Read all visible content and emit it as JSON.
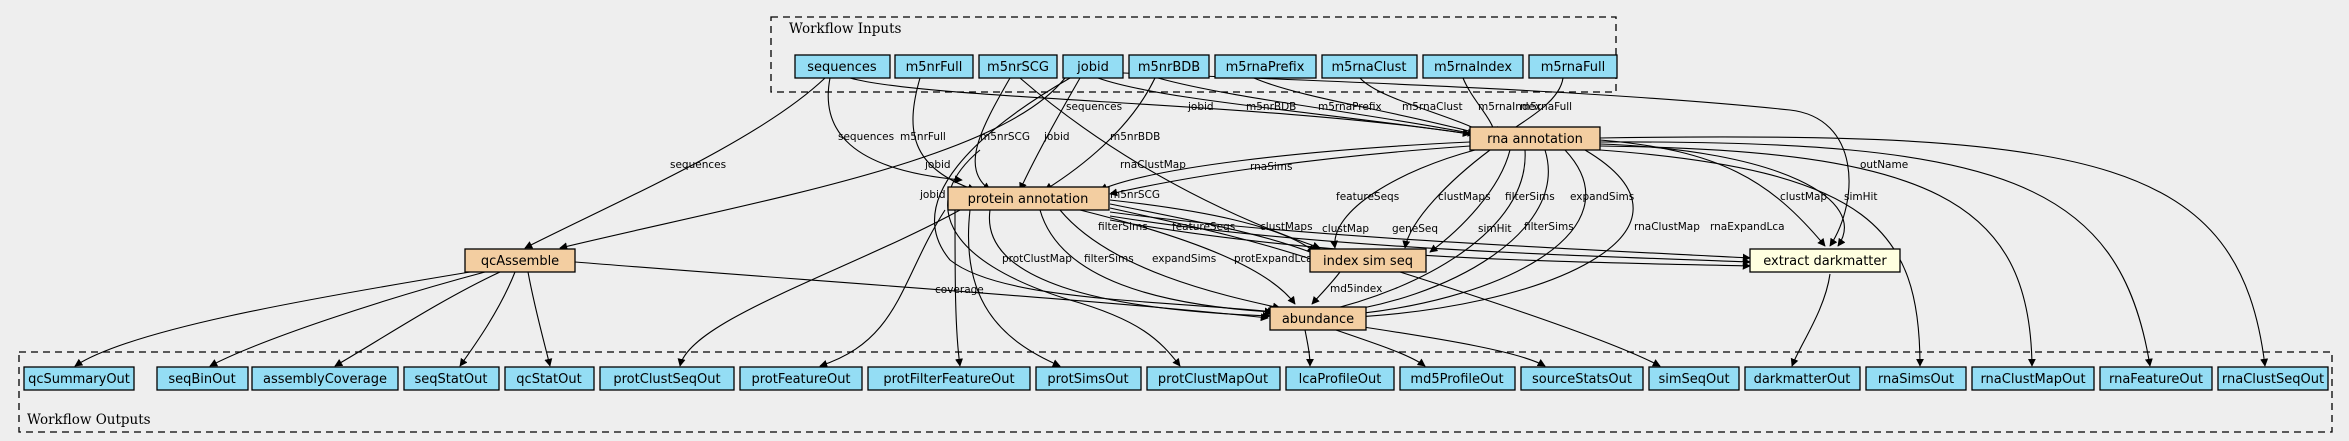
{
  "clusters": {
    "inputs_label": "Workflow Inputs",
    "outputs_label": "Workflow Outputs"
  },
  "colors": {
    "background": "#eeeeee",
    "io_node": "#94ddf4",
    "step_node": "#f3cea1",
    "tool_node": "#ffffe0",
    "edge": "#000000"
  },
  "inputs": [
    {
      "id": "sequences",
      "label": "sequences"
    },
    {
      "id": "m5nrFull",
      "label": "m5nrFull"
    },
    {
      "id": "m5nrSCG",
      "label": "m5nrSCG"
    },
    {
      "id": "jobid",
      "label": "jobid"
    },
    {
      "id": "m5nrBDB",
      "label": "m5nrBDB"
    },
    {
      "id": "m5rnaPrefix",
      "label": "m5rnaPrefix"
    },
    {
      "id": "m5rnaClust",
      "label": "m5rnaClust"
    },
    {
      "id": "m5rnaIndex",
      "label": "m5rnaIndex"
    },
    {
      "id": "m5rnaFull",
      "label": "m5rnaFull"
    }
  ],
  "steps": [
    {
      "id": "rna",
      "label": "rna annotation",
      "kind": "step"
    },
    {
      "id": "prot",
      "label": "protein annotation",
      "kind": "step"
    },
    {
      "id": "qc",
      "label": "qcAssemble",
      "kind": "step"
    },
    {
      "id": "idx",
      "label": "index sim seq",
      "kind": "step"
    },
    {
      "id": "dark",
      "label": "extract darkmatter",
      "kind": "tool"
    },
    {
      "id": "abund",
      "label": "abundance",
      "kind": "step"
    }
  ],
  "outputs": [
    {
      "id": "qcSummaryOut",
      "label": "qcSummaryOut"
    },
    {
      "id": "seqBinOut",
      "label": "seqBinOut"
    },
    {
      "id": "assemblyCoverage",
      "label": "assemblyCoverage"
    },
    {
      "id": "seqStatOut",
      "label": "seqStatOut"
    },
    {
      "id": "qcStatOut",
      "label": "qcStatOut"
    },
    {
      "id": "protClustSeqOut",
      "label": "protClustSeqOut"
    },
    {
      "id": "protFeatureOut",
      "label": "protFeatureOut"
    },
    {
      "id": "protFilterFeatureOut",
      "label": "protFilterFeatureOut"
    },
    {
      "id": "protSimsOut",
      "label": "protSimsOut"
    },
    {
      "id": "protClustMapOut",
      "label": "protClustMapOut"
    },
    {
      "id": "lcaProfileOut",
      "label": "lcaProfileOut"
    },
    {
      "id": "md5ProfileOut",
      "label": "md5ProfileOut"
    },
    {
      "id": "sourceStatsOut",
      "label": "sourceStatsOut"
    },
    {
      "id": "simSeqOut",
      "label": "simSeqOut"
    },
    {
      "id": "darkmatterOut",
      "label": "darkmatterOut"
    },
    {
      "id": "rnaSimsOut",
      "label": "rnaSimsOut"
    },
    {
      "id": "rnaClustMapOut",
      "label": "rnaClustMapOut"
    },
    {
      "id": "rnaFeatureOut",
      "label": "rnaFeatureOut"
    },
    {
      "id": "rnaClustSeqOut",
      "label": "rnaClustSeqOut"
    }
  ],
  "edges": [
    {
      "from": "sequences",
      "to": "rna",
      "label": "sequences"
    },
    {
      "from": "jobid",
      "to": "rna",
      "label": "jobid"
    },
    {
      "from": "m5nrBDB",
      "to": "rna",
      "label": "m5nrBDB"
    },
    {
      "from": "m5rnaPrefix",
      "to": "rna",
      "label": "m5rnaPrefix"
    },
    {
      "from": "m5rnaClust",
      "to": "rna",
      "label": "m5rnaClust"
    },
    {
      "from": "m5rnaIndex",
      "to": "rna",
      "label": "m5rnaIndex"
    },
    {
      "from": "m5rnaFull",
      "to": "rna",
      "label": "m5rnaFull"
    },
    {
      "from": "sequences",
      "to": "prot",
      "label": "sequences"
    },
    {
      "from": "m5nrFull",
      "to": "prot",
      "label": "m5nrFull"
    },
    {
      "from": "m5nrSCG",
      "to": "prot",
      "label": "m5nrSCG"
    },
    {
      "from": "jobid",
      "to": "prot",
      "label": "jobid"
    },
    {
      "from": "m5nrBDB",
      "to": "prot",
      "label": "m5nrBDB"
    },
    {
      "from": "rna",
      "to": "prot",
      "label": "rnaSims"
    },
    {
      "from": "rna",
      "to": "prot",
      "label": "rnaClustMap"
    },
    {
      "from": "sequences",
      "to": "qc",
      "label": "sequences"
    },
    {
      "from": "jobid",
      "to": "qc",
      "label": "jobid"
    },
    {
      "from": "jobid",
      "to": "dark",
      "label": "outName"
    },
    {
      "from": "m5nrSCG",
      "to": "idx",
      "label": "m5nrSCG"
    },
    {
      "from": "jobid",
      "to": "abund",
      "label": "jobid"
    },
    {
      "from": "rna",
      "to": "idx",
      "label": "featureSeqs"
    },
    {
      "from": "rna",
      "to": "idx",
      "label": "clustMaps"
    },
    {
      "from": "rna",
      "to": "idx",
      "label": "filterSims"
    },
    {
      "from": "rna",
      "to": "dark",
      "label": "clustMap"
    },
    {
      "from": "rna",
      "to": "dark",
      "label": "simHit"
    },
    {
      "from": "rna",
      "to": "abund",
      "label": "filterSims"
    },
    {
      "from": "rna",
      "to": "abund",
      "label": "expandSims"
    },
    {
      "from": "rna",
      "to": "abund",
      "label": "rnaClustMap"
    },
    {
      "from": "rna",
      "to": "abund",
      "label": "rnaExpandLca"
    },
    {
      "from": "prot",
      "to": "idx",
      "label": "filterSims"
    },
    {
      "from": "prot",
      "to": "idx",
      "label": "featureSeqs"
    },
    {
      "from": "prot",
      "to": "idx",
      "label": "clustMaps"
    },
    {
      "from": "prot",
      "to": "dark",
      "label": "clustMap"
    },
    {
      "from": "prot",
      "to": "dark",
      "label": "geneSeq"
    },
    {
      "from": "prot",
      "to": "dark",
      "label": "simHit"
    },
    {
      "from": "prot",
      "to": "abund",
      "label": "protClustMap"
    },
    {
      "from": "prot",
      "to": "abund",
      "label": "filterSims"
    },
    {
      "from": "prot",
      "to": "abund",
      "label": "expandSims"
    },
    {
      "from": "prot",
      "to": "abund",
      "label": "protExpandLca"
    },
    {
      "from": "qc",
      "to": "abund",
      "label": "coverage"
    },
    {
      "from": "idx",
      "to": "abund",
      "label": "md5index"
    }
  ]
}
